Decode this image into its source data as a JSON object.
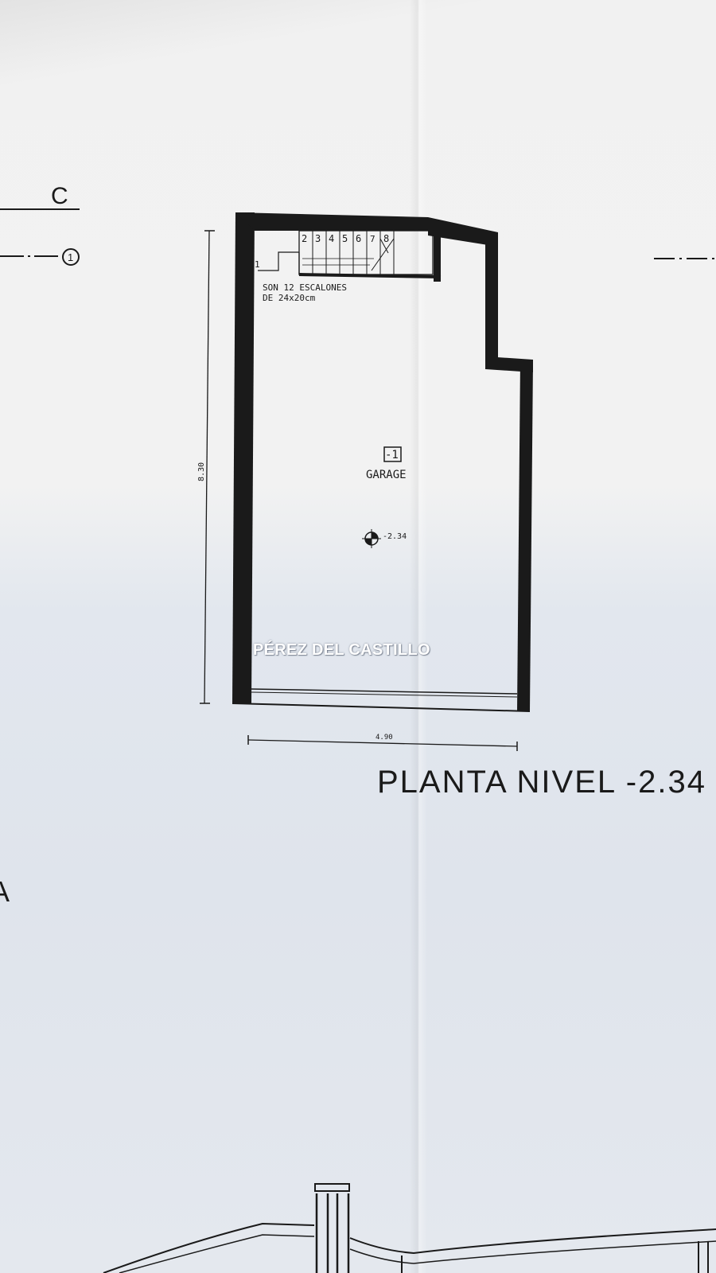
{
  "labels": {
    "section_letter": "C",
    "axis_marker": "1",
    "left_edge_fragment": "A",
    "stair_note_line1": "SON 12 ESCALONES",
    "stair_note_line2": "DE 24x20cm",
    "room_code": "-1",
    "room_name": "GARAGE",
    "level_mark": "-2.34",
    "dim_vertical": "8.30",
    "dim_horizontal": "4.90",
    "plan_title": "PLANTA NIVEL -2.34",
    "watermark": "PÉREZ DEL CASTILLO"
  },
  "stairs": {
    "step_numbers": [
      "1",
      "2",
      "3",
      "4",
      "5",
      "6",
      "7",
      "8"
    ]
  },
  "colors": {
    "ink": "#1a1a1a",
    "paper": "#f1f1f1",
    "watermark": "#ffffff"
  },
  "icons": [
    "level-target-icon",
    "axis-circle-icon"
  ]
}
